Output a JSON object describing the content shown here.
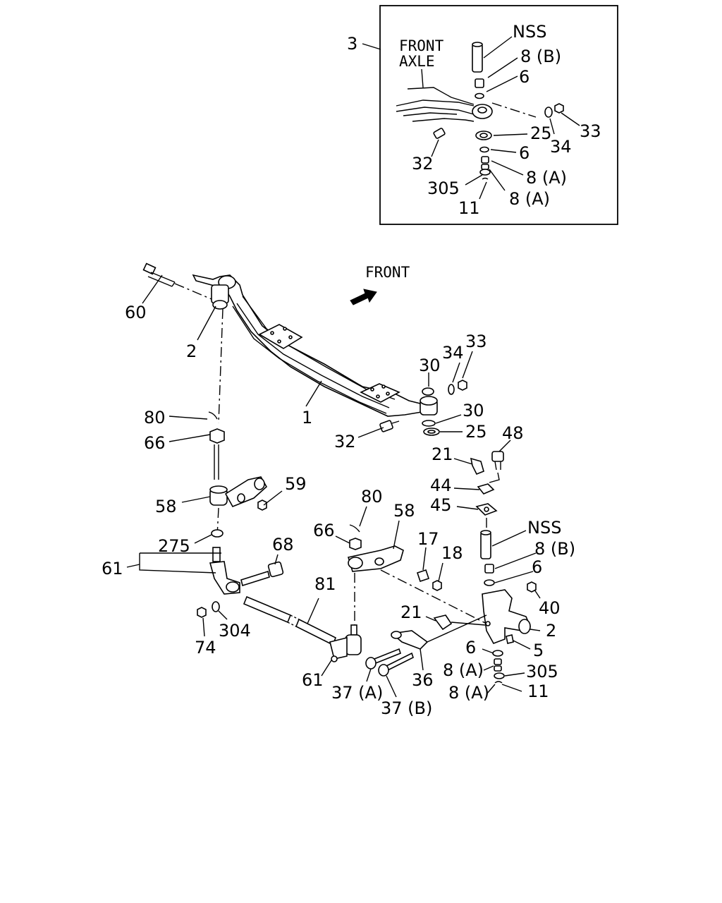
{
  "inset": {
    "title_line1": "FRONT",
    "title_line2": "AXLE",
    "callouts": {
      "c3": "3",
      "nss": "NSS",
      "c8b": "8 (B)",
      "c6a": "6",
      "c25": "25",
      "c6b": "6",
      "c8a1": "8 (A)",
      "c305": "305",
      "c8a2": "8 (A)",
      "c11": "11",
      "c32": "32",
      "c34": "34",
      "c33": "33"
    }
  },
  "main": {
    "front_label": "FRONT",
    "callouts": {
      "c60": "60",
      "c2a": "2",
      "c1": "1",
      "c30a": "30",
      "c34": "34",
      "c33": "33",
      "c30b": "30",
      "c25": "25",
      "c32": "32",
      "c80a": "80",
      "c66a": "66",
      "c21a": "21",
      "c48": "48",
      "c44": "44",
      "c45": "45",
      "c59": "59",
      "c58a": "58",
      "c80b": "80",
      "c58b": "58",
      "c66b": "66",
      "nss": "NSS",
      "c8b": "8 (B)",
      "c17": "17",
      "c18": "18",
      "c6a": "6",
      "c40": "40",
      "c275": "275",
      "c68": "68",
      "c61a": "61",
      "c81": "81",
      "c21b": "21",
      "c2b": "2",
      "c5": "5",
      "c304": "304",
      "c74": "74",
      "c6b": "6",
      "c8a1": "8 (A)",
      "c305": "305",
      "c8a2": "8 (A)",
      "c11": "11",
      "c61b": "61",
      "c37a": "37 (A)",
      "c36": "36",
      "c37b": "37 (B)"
    }
  }
}
